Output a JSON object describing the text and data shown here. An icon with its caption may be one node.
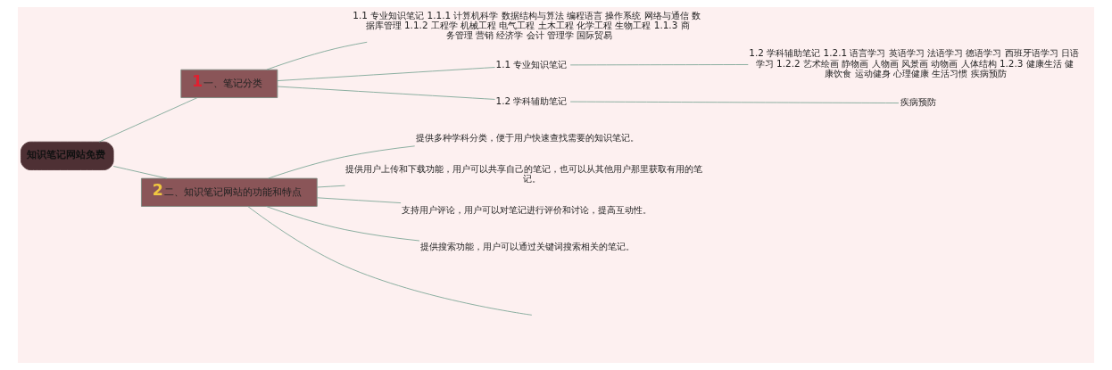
{
  "diagram": {
    "nodes": [
      {
        "text": [
          "知识笔记网站免费"
        ]
      },
      {
        "text": [
          "1",
          "一、笔记分类"
        ]
      },
      {
        "text": [
          "1.1 专业知识笔记 1.1.1 计算机科学 数据结构与算法 编程语言 操作系统 网络与通信 数据库管理 1.1.2 工程学 机械工程 电气工程 土木工程 化学工程 生物工程 1.1.3 商务管理 营销 经济学 会计 管理学 国际贸易"
        ]
      },
      {
        "text": [
          "1.1 专业知识笔记"
        ]
      },
      {
        "text": [
          "1.2 学科辅助笔记"
        ]
      },
      {
        "text": [
          "1.2 学科辅助笔记 1.2.1 语言学习 英语学习 法语学习 德语学习 西班牙语学习 日语学习 1.2.2 艺术绘画 静物画 人物画 风景画 动物画 人体结构 1.2.3 健康生活 健康饮食 运动健身 心理健康 生活习惯 疾病预防"
        ]
      },
      {
        "text": [
          "疾病预防"
        ]
      },
      {
        "text": [
          "2",
          "二、知识笔记网站的功能和特点"
        ]
      },
      {
        "text": [
          "提供多种学科分类，便于用户快速查找需要的知识笔记。"
        ]
      },
      {
        "text": [
          "提供用户上传和下载功能，用户可以共享自己的笔记，也可以从其他用户那里获取有用的笔记。"
        ]
      },
      {
        "text": [
          "支持用户评论，用户可以对笔记进行评价和讨论，提高互动性。"
        ]
      },
      {
        "text": [
          "提供搜索功能，用户可以通过关键词搜索相关的笔记。"
        ]
      }
    ],
    "edges": [
      {
        "from": 0,
        "to": 1,
        "arrow": "none"
      },
      {
        "from": 1,
        "to": 2,
        "arrow": "none"
      },
      {
        "from": 1,
        "to": 3,
        "arrow": "none"
      },
      {
        "from": 1,
        "to": 4,
        "arrow": "none"
      },
      {
        "from": 3,
        "to": 5,
        "arrow": "none"
      },
      {
        "from": 4,
        "to": 6,
        "arrow": "none"
      },
      {
        "from": 0,
        "to": 7,
        "arrow": "none"
      },
      {
        "from": 7,
        "to": 8,
        "arrow": "none"
      },
      {
        "from": 7,
        "to": 9,
        "arrow": "none"
      },
      {
        "from": 7,
        "to": 10,
        "arrow": "none"
      },
      {
        "from": 7,
        "to": 11,
        "arrow": "none"
      },
      {
        "from": 7,
        "to": null,
        "arrow": "none"
      }
    ]
  }
}
